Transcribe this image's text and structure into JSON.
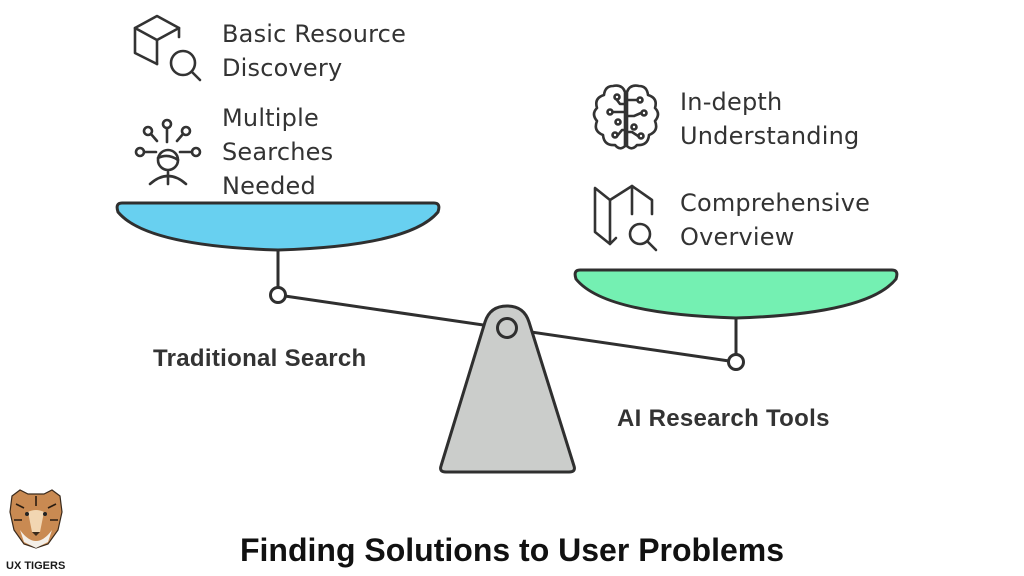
{
  "title": "Finding Solutions to User Problems",
  "logo": {
    "text": "UX TIGERS",
    "icon": "tiger-head-icon"
  },
  "left_pan": {
    "label": "Traditional Search",
    "color": "#68d0f0",
    "items": [
      {
        "icon": "box-search-icon",
        "lines": [
          "Basic Resource",
          "Discovery"
        ]
      },
      {
        "icon": "person-multiple-searches-icon",
        "lines": [
          "Multiple",
          "Searches",
          "Needed"
        ]
      }
    ]
  },
  "right_pan": {
    "label": "AI Research Tools",
    "color": "#74f0b2",
    "items": [
      {
        "icon": "brain-circuit-icon",
        "lines": [
          "In-depth",
          "Understanding"
        ]
      },
      {
        "icon": "map-search-icon",
        "lines": [
          "Comprehensive",
          "Overview"
        ]
      }
    ]
  },
  "fulcrum_color": "#cbcdcb",
  "stroke_color": "#2f2f2f"
}
